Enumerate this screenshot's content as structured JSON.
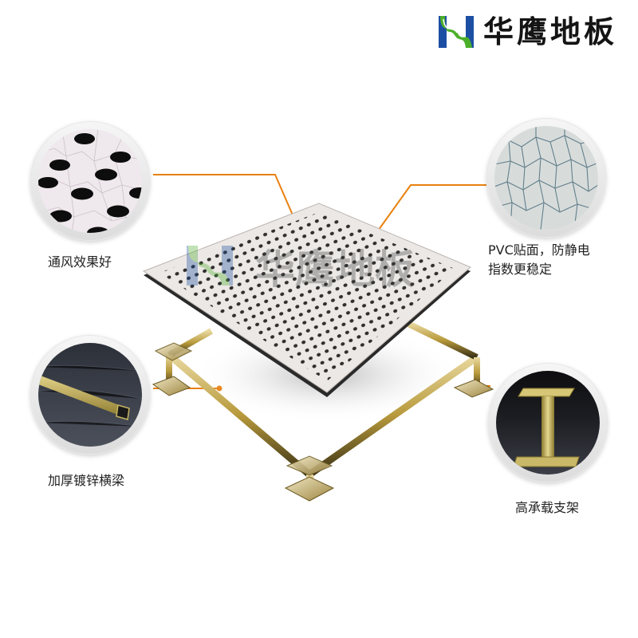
{
  "brand": {
    "name": "华鹰地板",
    "logo_colors": {
      "blue": "#1c4fa3",
      "green": "#4caf2a"
    },
    "accent_line_color": "#e8800f"
  },
  "product": {
    "image": "perforated-raised-floor-panel-on-pedestal-frame",
    "watermark": "华鹰地板"
  },
  "callouts": [
    {
      "id": "ventilation",
      "label": "通风效果好",
      "image": "perforated-panel-closeup",
      "position": "top-left"
    },
    {
      "id": "pvc",
      "label_line1": "PVC贴面，防静电",
      "label_line2": "指数更稳定",
      "image": "pvc-antistatic-surface-closeup",
      "position": "top-right"
    },
    {
      "id": "beam",
      "label": "加厚镀锌横梁",
      "image": "galvanized-stringer-closeup",
      "position": "bottom-left"
    },
    {
      "id": "pedestal",
      "label": "高承载支架",
      "image": "pedestal-support-closeup",
      "position": "bottom-right"
    }
  ]
}
